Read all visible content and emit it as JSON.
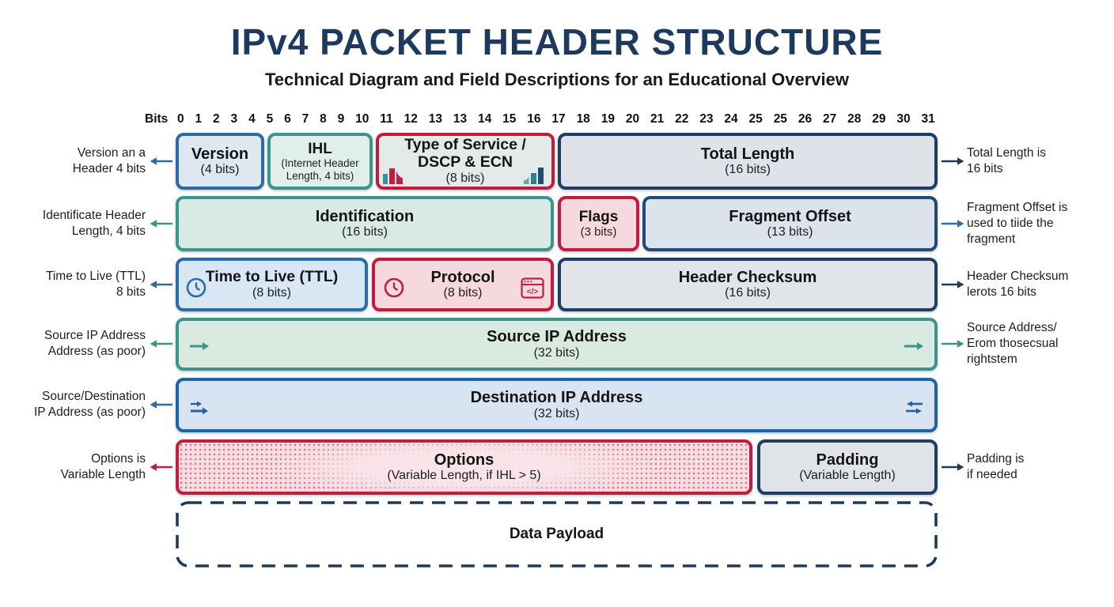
{
  "header": {
    "title": "IPv4 PACKET HEADER STRUCTURE",
    "subtitle": "Technical Diagram and Field Descriptions for an Educational Overview"
  },
  "bits_axis": {
    "label": "Bits",
    "ticks": [
      "0",
      "1",
      "2",
      "3",
      "4",
      "5",
      "6",
      "7",
      "8",
      "9",
      "10",
      "11",
      "12",
      "13",
      "13",
      "14",
      "15",
      "16",
      "17",
      "18",
      "19",
      "20",
      "21",
      "22",
      "23",
      "24",
      "25",
      "25",
      "26",
      "27",
      "28",
      "29",
      "30",
      "31"
    ]
  },
  "fields": {
    "version": {
      "title": "Version",
      "sub": "(4 bits)"
    },
    "ihl": {
      "title": "IHL",
      "sub": "(Internet Header\nLength, 4 bits)"
    },
    "tos": {
      "title": "Type of Service /\nDSCP & ECN",
      "sub": "(8 bits)"
    },
    "total_length": {
      "title": "Total Length",
      "sub": "(16 bits)"
    },
    "identification": {
      "title": "Identification",
      "sub": "(16 bits)"
    },
    "flags": {
      "title": "Flags",
      "sub": "(3 bits)"
    },
    "fragment_offset": {
      "title": "Fragment Offset",
      "sub": "(13 bits)"
    },
    "ttl": {
      "title": "Time to Live (TTL)",
      "sub": "(8 bits)"
    },
    "protocol": {
      "title": "Protocol",
      "sub": "(8 bits)"
    },
    "header_checksum": {
      "title": "Header Checksum",
      "sub": "(16 bits)"
    },
    "source_ip": {
      "title": "Source IP Address",
      "sub": "(32 bits)"
    },
    "destination_ip": {
      "title": "Destination IP Address",
      "sub": "(32 bits)"
    },
    "options": {
      "title": "Options",
      "sub": "(Variable Length, if IHL > 5)"
    },
    "padding": {
      "title": "Padding",
      "sub": "(Variable Length)"
    },
    "data_payload": {
      "title": "Data Payload"
    }
  },
  "left_labels": [
    {
      "text": "Version an a\nHeader 4 bits",
      "arrow_color": "#2e6da4"
    },
    {
      "text": "Identificate Header\nLength, 4 bits",
      "arrow_color": "#3d948b"
    },
    {
      "text": "Time to Live (TTL)\n8 bits",
      "arrow_color": "#2e6da4"
    },
    {
      "text": "Source IP Address\nAddress (as poor)",
      "arrow_color": "#3d948b"
    },
    {
      "text": "Source/Destination\nIP Address (as poor)",
      "arrow_color": "#2e6da4"
    },
    {
      "text": "Options is\nVariable Length",
      "arrow_color": "#bf1e3e"
    }
  ],
  "right_labels": [
    {
      "text": "Total Length is\n16 bits",
      "arrow_color": "#1b3a5c"
    },
    {
      "text": "Fragment Offset is\nused to tiide the\nfragment",
      "arrow_color": "#2e6da4"
    },
    {
      "text": "Header Checksum\nlerots 16 bits",
      "arrow_color": "#1b3a5c"
    },
    {
      "text": "Source Address/\nErom thosecsual\nrightstem",
      "arrow_color": "#3d948b"
    },
    {
      "text": "Padding is\nif needed",
      "arrow_color": "#1b3a5c"
    }
  ],
  "icons": {
    "ttl": "clock-icon",
    "protocol": [
      "clock-icon",
      "code-window-icon"
    ],
    "tos": [
      "bar-chart-left-icon",
      "bar-chart-right-icon"
    ],
    "source_ip": [
      "right-arrow-icon",
      "right-arrow-icon"
    ],
    "destination_ip": [
      "double-right-arrow-icon",
      "left-right-arrows-icon"
    ]
  },
  "colors": {
    "title_navy": "#1c3a5e",
    "navy_border": "#1e3f63",
    "blue_border": "#2d6ca3",
    "teal_border": "#3d948b",
    "crimson_border": "#bf1e3e",
    "dest_blue_border": "#2062a8",
    "fragment_blue_border": "#234a70"
  }
}
